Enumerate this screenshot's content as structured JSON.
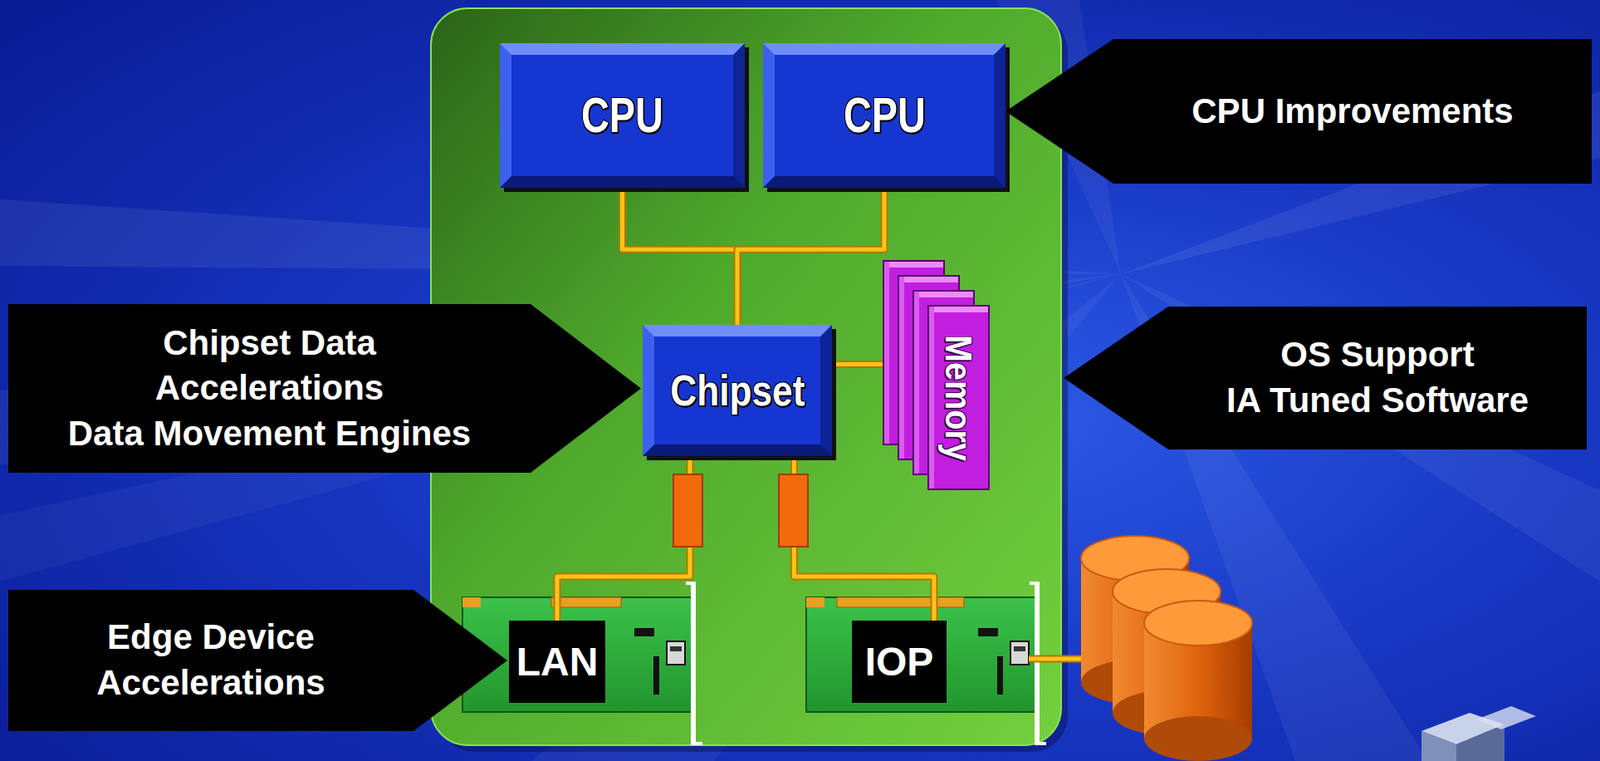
{
  "diagram": {
    "nodes": [
      {
        "text": [
          "CPU"
        ]
      },
      {
        "text": [
          "CPU"
        ]
      },
      {
        "text": [
          "CPU Improvements"
        ]
      },
      {
        "text": [
          "Chipset Data Accelerations",
          "Data Movement Engines"
        ]
      },
      {
        "text": [
          "Chipset"
        ]
      },
      {
        "text": [
          "Memory"
        ]
      },
      {
        "text": [
          "OS Support",
          "IA Tuned Software"
        ]
      },
      {
        "text": [
          "Edge Device Accelerations"
        ]
      },
      {
        "text": [
          "LAN"
        ]
      },
      {
        "text": [
          "IOP"
        ]
      }
    ],
    "edges": [
      {
        "from": 0,
        "to": 4,
        "arrow": "none"
      },
      {
        "from": 1,
        "to": 4,
        "arrow": "none"
      },
      {
        "from": 4,
        "to": 5,
        "arrow": "none"
      },
      {
        "from": 4,
        "to": 8,
        "arrow": "none"
      },
      {
        "from": 4,
        "to": 9,
        "arrow": "none"
      }
    ]
  }
}
